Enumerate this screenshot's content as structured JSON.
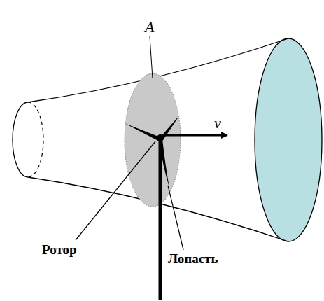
{
  "diagram": {
    "labels": [
      "A",
      "v",
      "Ротор",
      "Лопасть"
    ]
  }
}
